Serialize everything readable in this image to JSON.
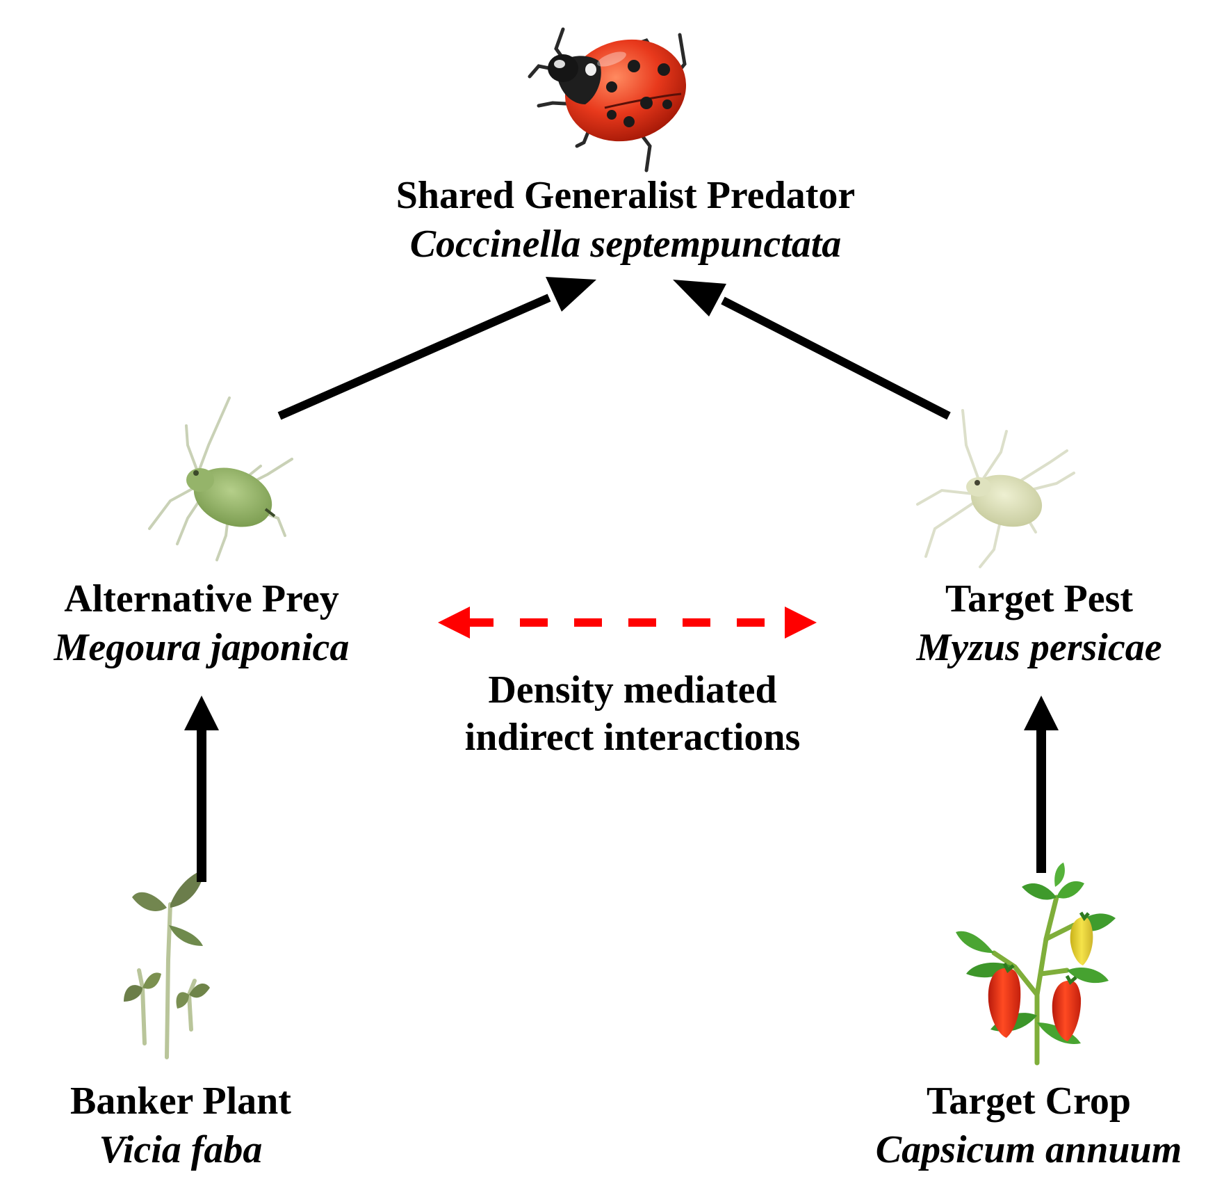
{
  "nodes": {
    "predator": {
      "common": "Shared Generalist Predator",
      "scientific": "Coccinella septempunctata",
      "icon": "ladybug-icon"
    },
    "alt_prey": {
      "common": "Alternative Prey",
      "scientific": "Megoura japonica",
      "icon": "green-aphid-icon"
    },
    "target_pest": {
      "common": "Target Pest",
      "scientific": "Myzus persicae",
      "icon": "pale-aphid-icon"
    },
    "banker_plant": {
      "common": "Banker Plant",
      "scientific": "Vicia faba",
      "icon": "bean-seedling-icon"
    },
    "target_crop": {
      "common": "Target Crop",
      "scientific": "Capsicum annuum",
      "icon": "pepper-plant-icon"
    }
  },
  "interaction": {
    "line1": "Density mediated",
    "line2": "indirect interactions"
  },
  "colors": {
    "arrow": "#000000",
    "indirect_arrow": "#ff0000"
  }
}
